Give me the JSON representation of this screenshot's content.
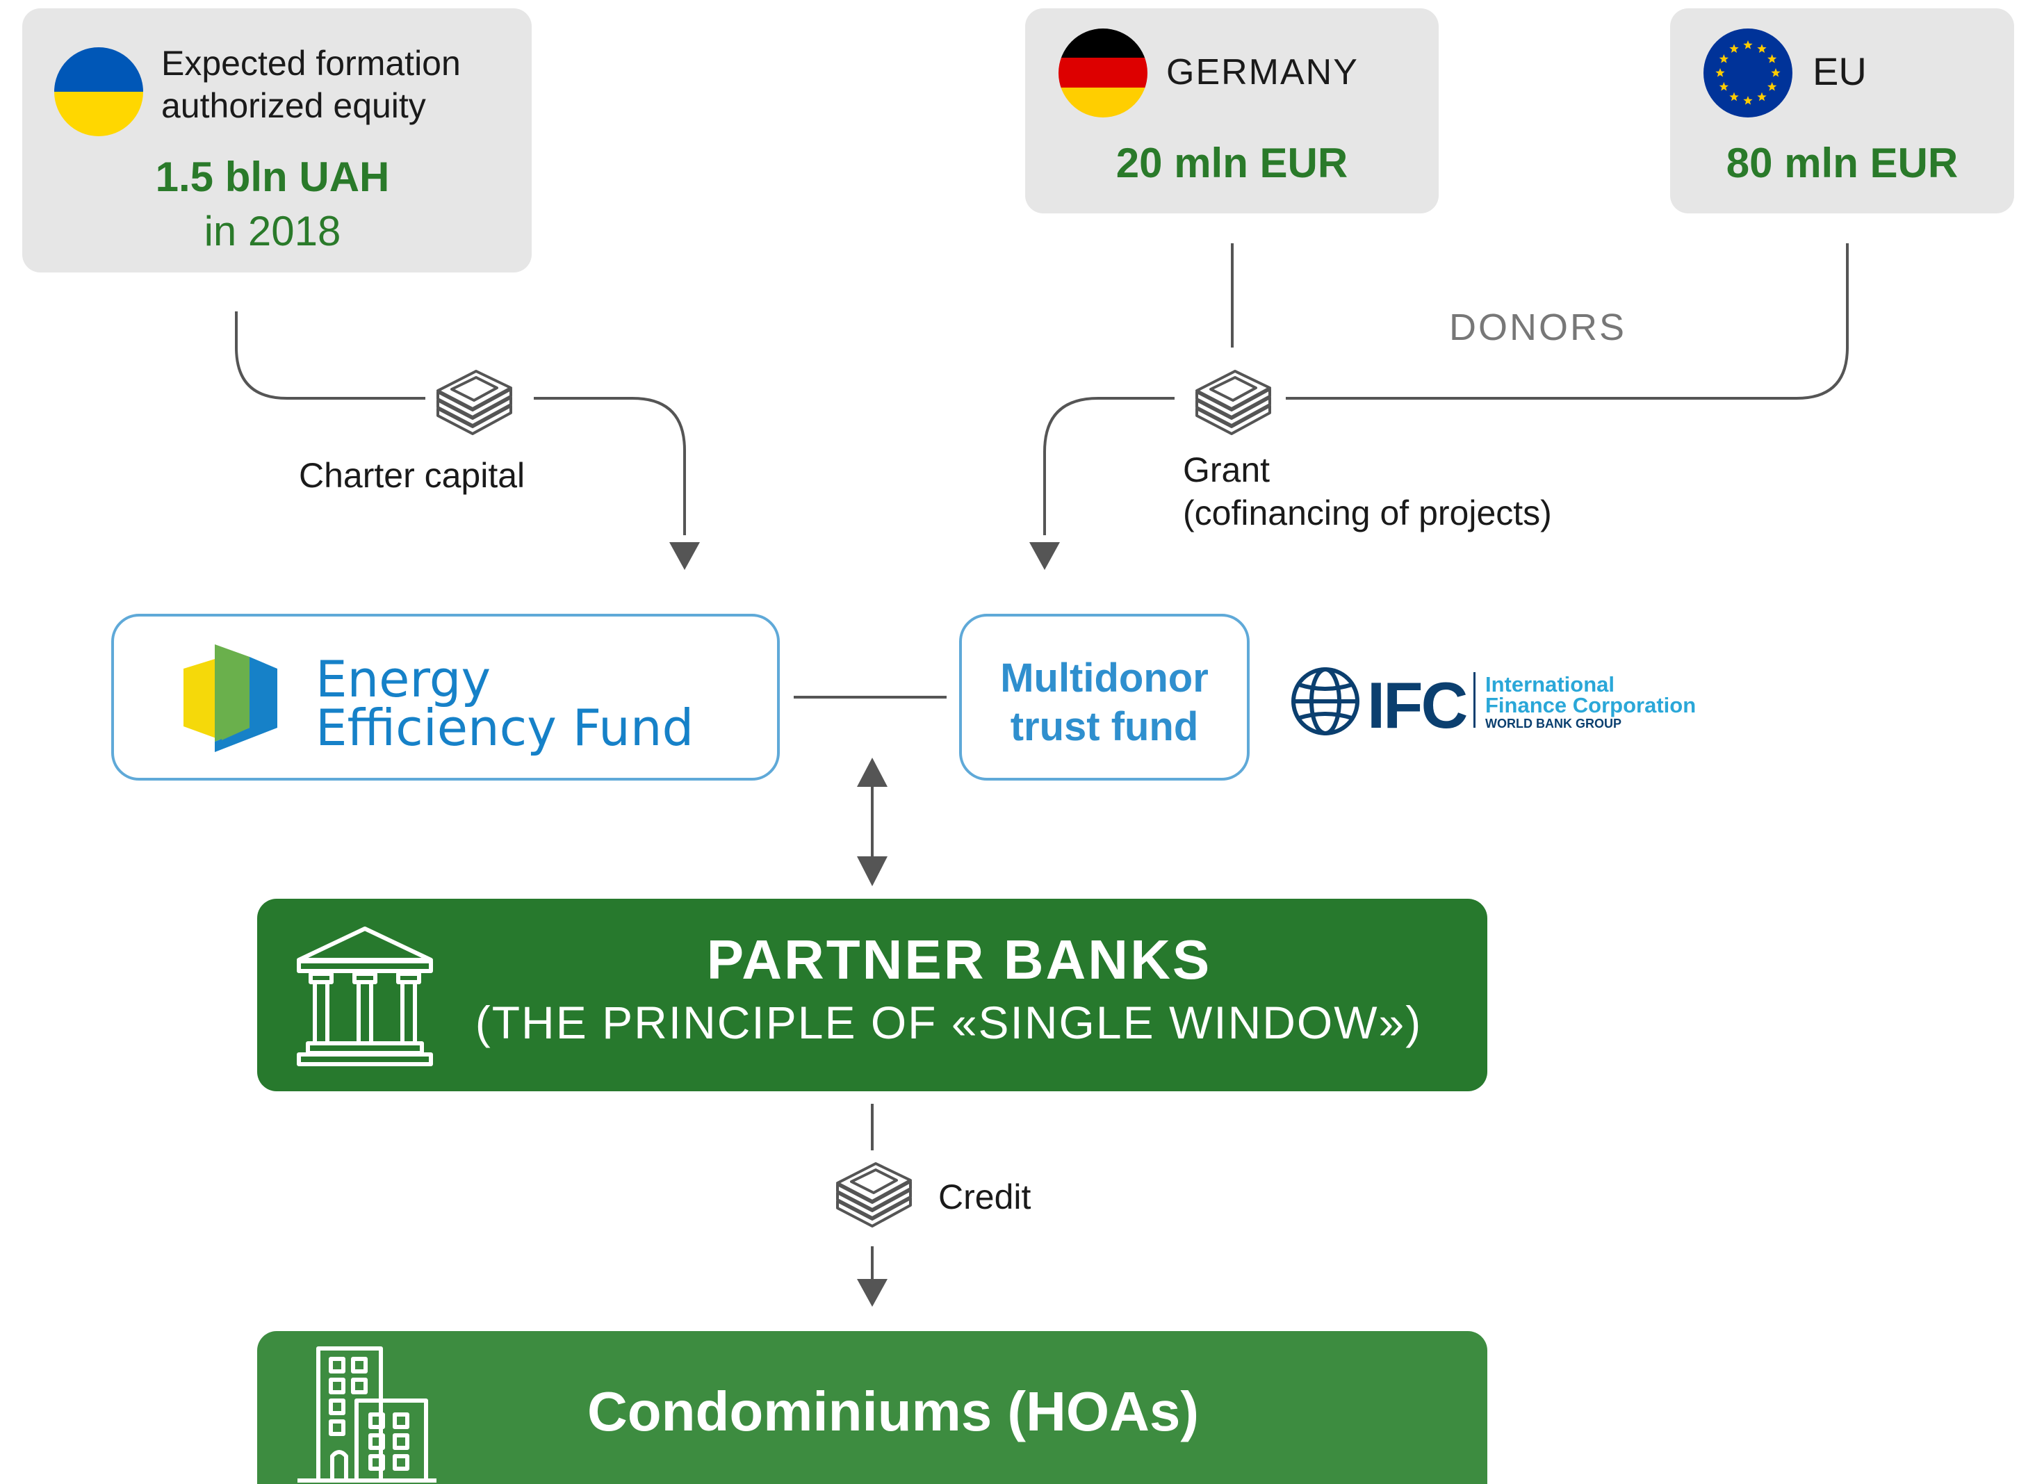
{
  "ukraine": {
    "text_line1": "Expected formation",
    "text_line2": "authorized equity",
    "amount": "1.5 bln UAH",
    "year": "in 2018",
    "flag_colors": [
      "#0057b7",
      "#ffd700"
    ]
  },
  "germany": {
    "label": "GERMANY",
    "amount": "20 mln EUR",
    "flag_colors": [
      "#000000",
      "#dd0000",
      "#ffce00"
    ]
  },
  "eu": {
    "label": "EU",
    "amount": "80 mln EUR",
    "flag_colors": [
      "#003399",
      "#ffcc00"
    ]
  },
  "donors_label": "DONORS",
  "charter_capital_label": "Charter capital",
  "grant": {
    "line1": "Grant",
    "line2": "(cofinancing of projects)"
  },
  "energy_fund": {
    "line1": "Energy",
    "line2": "Efficiency Fund",
    "logo_colors": [
      "#f5d90a",
      "#6ab04c",
      "#1681c8"
    ]
  },
  "multidonor": {
    "line1": "Multidonor",
    "line2": "trust fund"
  },
  "ifc": {
    "logo_text": "IFC",
    "name_line1": "International",
    "name_line2": "Finance Corporation",
    "group": "WORLD BANK GROUP"
  },
  "partner_banks": {
    "title": "PARTNER BANKS",
    "subtitle": "(THE PRINCIPLE OF «SINGLE WINDOW»)",
    "icon": "bank-building-icon"
  },
  "credit_label": "Credit",
  "condominiums": {
    "title": "Condominiums (HOAs)",
    "icon": "apartment-building-icon"
  },
  "colors": {
    "accent_green": "#2a7a2a",
    "bank_green": "#27792d",
    "hoa_green": "#3d8c40",
    "box_grey": "#e6e6e6",
    "outline_blue": "#5fa9d8",
    "fund_blue": "#1681c8",
    "ifc_navy": "#0b3f6f",
    "ifc_cyan": "#2aa7d8"
  }
}
